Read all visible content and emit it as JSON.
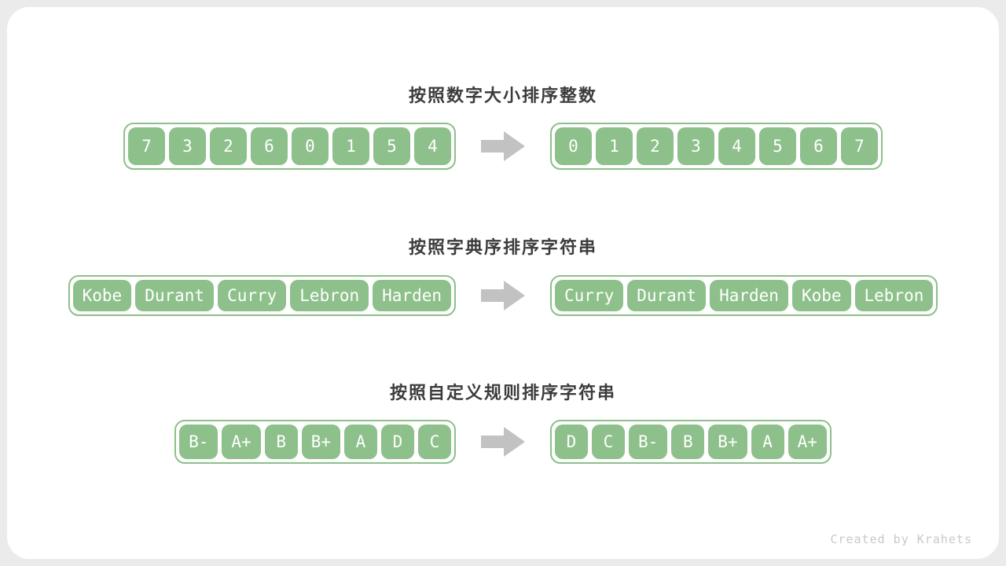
{
  "colors": {
    "page_background": "#ebebeb",
    "card_background": "#ffffff",
    "box_green": "#8dc08a",
    "container_border_green": "#8dc08a",
    "arrow_gray": "#c2c2c2",
    "title_text": "#3c3c3c",
    "box_text": "#ffffff",
    "watermark_text": "#c9c9c9"
  },
  "sections": [
    {
      "title": "按照数字大小排序整数",
      "before": [
        "7",
        "3",
        "2",
        "6",
        "0",
        "1",
        "5",
        "4"
      ],
      "after": [
        "0",
        "1",
        "2",
        "3",
        "4",
        "5",
        "6",
        "7"
      ]
    },
    {
      "title": "按照字典序排序字符串",
      "before": [
        "Kobe",
        "Durant",
        "Curry",
        "Lebron",
        "Harden"
      ],
      "after": [
        "Curry",
        "Durant",
        "Harden",
        "Kobe",
        "Lebron"
      ]
    },
    {
      "title": "按照自定义规则排序字符串",
      "before": [
        "B-",
        "A+",
        "B",
        "B+",
        "A",
        "D",
        "C"
      ],
      "after": [
        "D",
        "C",
        "B-",
        "B",
        "B+",
        "A",
        "A+"
      ]
    }
  ],
  "watermark": "Created by Krahets"
}
